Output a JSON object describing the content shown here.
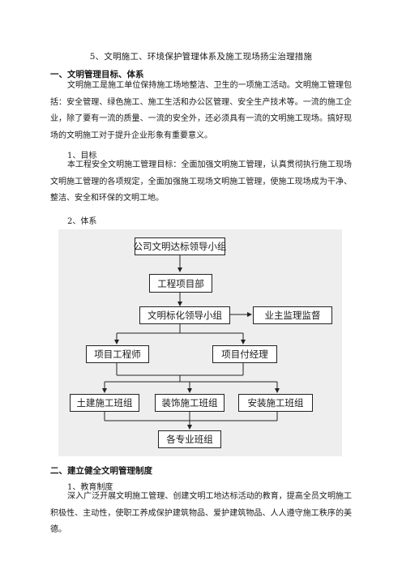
{
  "title": "5、文明施工、环境保护管理体系及施工现场扬尘治理措施",
  "section1": {
    "heading": "一、文明管理目标、体系",
    "intro": "文明施工是施工单位保持施工场地整洁、卫生的一项施工活动。文明施工管理包括：安全管理、绿色施工、施工生活和办公区管理、安全生产技术等。一流的施工企业，除了要有一流的质量、一流的安全外，还必须具有一流的文明施工现场。搞好现场的文明施工对于提升企业形象有重要意义。",
    "item1": "1、目标",
    "goal": "本工程安全文明施工管理目标：全面加强文明施工管理，认真贯彻执行施工现场文明施工管理的各项规定，全面加强施工现场文明施工管理，使施工现场成为干净、整洁、安全和环保的文明工地。",
    "item2": "2、体系"
  },
  "org_chart": {
    "nodes": {
      "top": "公司文明达标领导小组",
      "project_dept": "工程项目部",
      "civil_leader": "文明标化领导小组",
      "supervision": "业主监理监督",
      "engineer": "项目工程师",
      "deputy_manager": "项目付经理",
      "civil_team": "土建施工班组",
      "decor_team": "装饰施工班组",
      "install_team": "安装施工班组",
      "specialty_teams": "各专业班组"
    }
  },
  "section2": {
    "heading": "二、建立健全文明管理制度",
    "item1": "1、教育制度",
    "edu": "深入广泛开展文明施工管理、创建文明工地达标活动的教育，提高全员文明施工积极性、主动性，使职工养成保护建筑物品、爱护建筑物品、人人遵守施工秩序的美德。"
  }
}
